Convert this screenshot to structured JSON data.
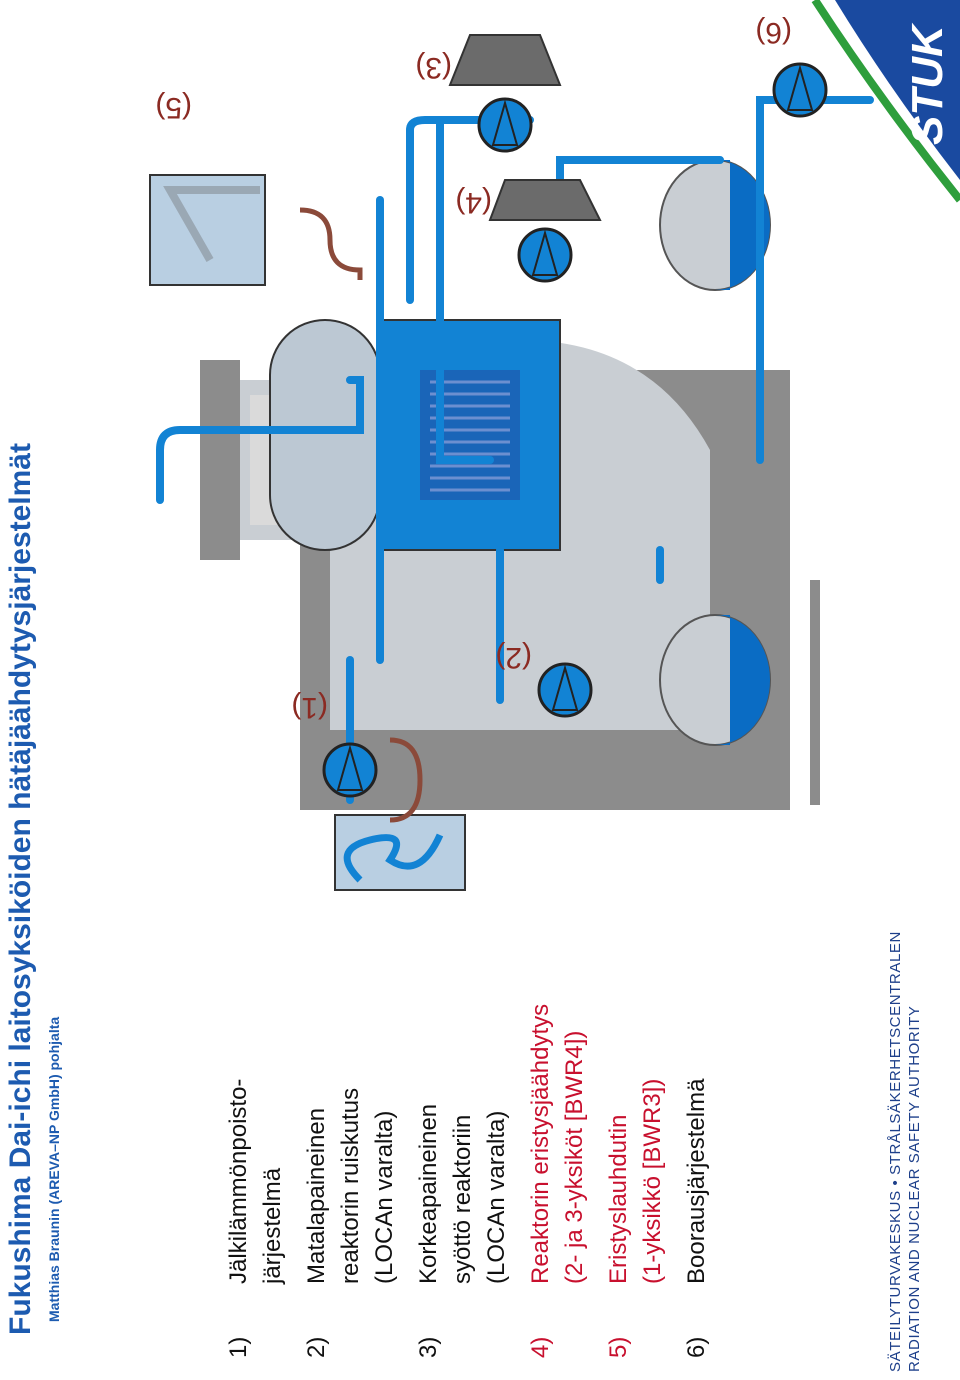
{
  "title": "Fukushima Dai-ichi laitosyksiköiden hätäjäähdytysjärjestelmät",
  "subtitle": "Matthias Braunin (AREVA–NP GmbH) pohjalta",
  "legend": [
    {
      "num": "1)",
      "lines": [
        "Jälkilämmönpoisto-",
        "järjestelmä"
      ],
      "highlight": false
    },
    {
      "num": "2)",
      "lines": [
        "Matalapaineinen",
        "reaktorin ruiskutus",
        "(LOCAn varalta)"
      ],
      "highlight": false
    },
    {
      "num": "3)",
      "lines": [
        "Korkeapaineinen",
        "syöttö reaktoriin",
        "(LOCAn varalta)"
      ],
      "highlight": false
    },
    {
      "num": "4)",
      "lines": [
        "Reaktorin eristysjäähdytys",
        "(2- ja 3-yksiköt [BWR4])"
      ],
      "highlight": true
    },
    {
      "num": "5)",
      "lines": [
        "Eristyslauhdutin",
        "(1-yksikkö [BWR3])"
      ],
      "highlight": true
    },
    {
      "num": "6)",
      "lines": [
        "Boorausjärjestelmä"
      ],
      "highlight": false
    }
  ],
  "diagram_labels": {
    "l1": "(1)",
    "l2": "(2)",
    "l3": "(3)",
    "l4": "(4)",
    "l5": "(5)",
    "l6": "(6)"
  },
  "footer": {
    "line1": "SÄTEILYTURVAKESKUS • STRÅLSÄKERHETSCENTRALEN",
    "line2": "RADIATION AND NUCLEAR SAFETY AUTHORITY"
  },
  "logo_text": "STUK",
  "colors": {
    "title": "#1d5bb0",
    "highlight": "#c8102e",
    "pipe_blue": "#1283d4",
    "water_blue": "#0a6cc4",
    "steam_grey": "#c9ced3",
    "concrete": "#8c8c8c",
    "arrow": "#8b4a3a",
    "logo_green": "#2e9e3c"
  }
}
